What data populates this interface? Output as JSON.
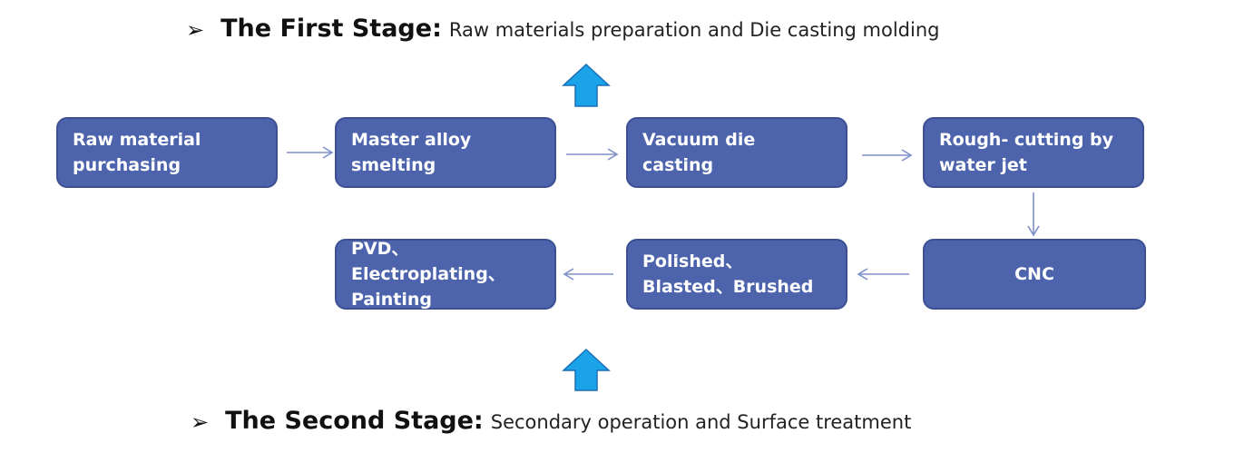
{
  "stage1": {
    "bullet": "➢",
    "heading": "The First Stage:",
    "description": "Raw materials preparation and Die casting molding"
  },
  "stage2": {
    "bullet": "➢",
    "heading": "The Second Stage:",
    "description": "Secondary operation and Surface treatment"
  },
  "steps": {
    "raw_material": "Raw material purchasing",
    "master_alloy": "Master alloy smelting",
    "vacuum_die_casting": "Vacuum die casting",
    "rough_cutting": "Rough- cutting by water jet",
    "cnc": "CNC",
    "polished": "Polished、Blasted、Brushed",
    "pvd": "PVD、Electroplating、Painting"
  },
  "colors": {
    "box_fill": "#4d64ad",
    "connector": "#7d8fc9",
    "stage_arrow": "#1aa3e8"
  }
}
